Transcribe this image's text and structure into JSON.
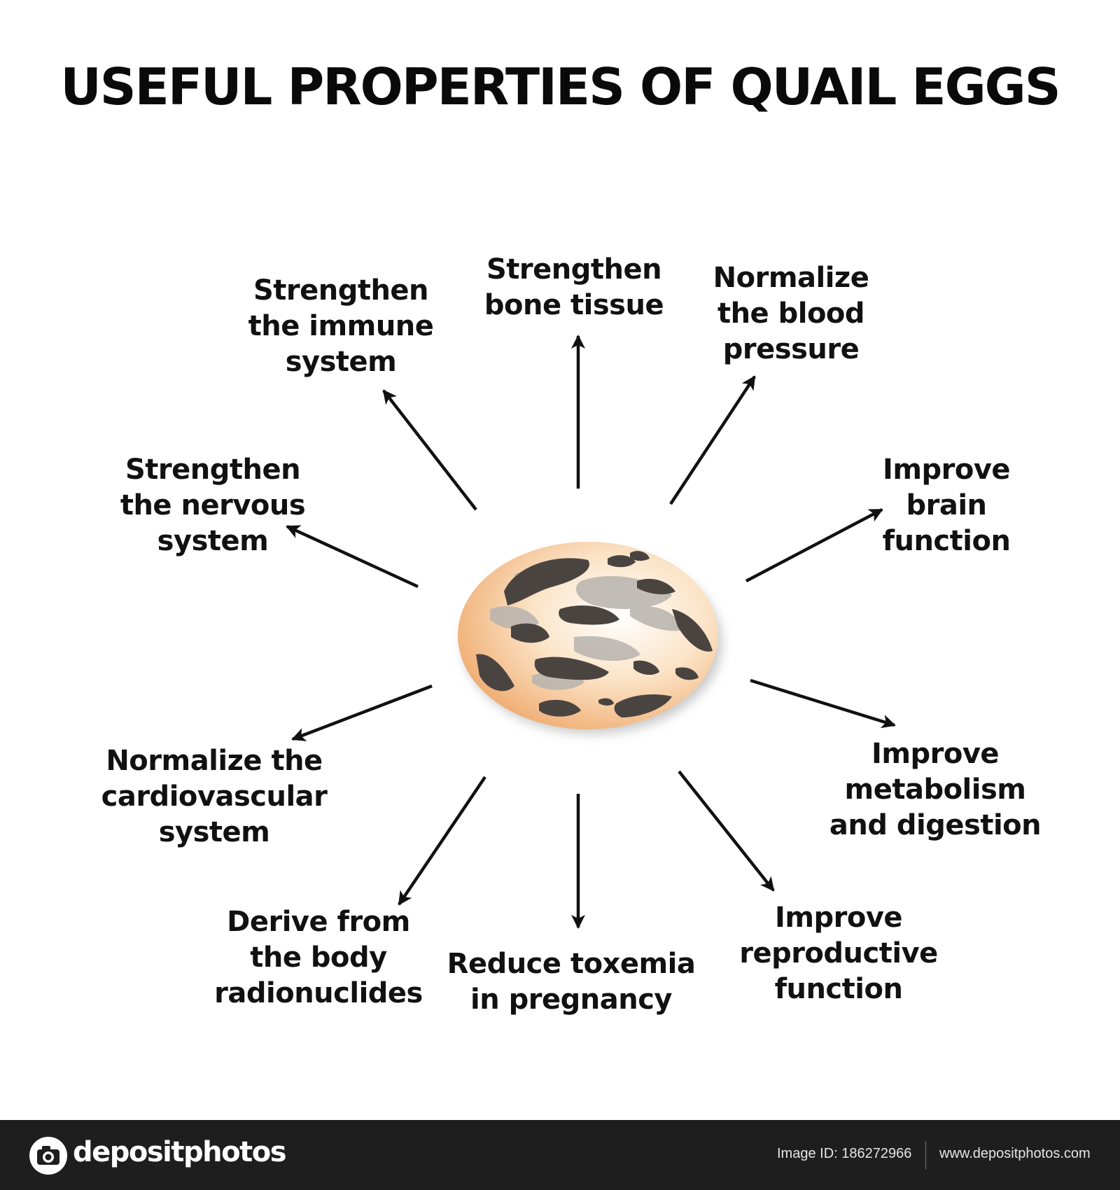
{
  "title": "USEFUL PROPERTIES OF QUAIL EGGS",
  "center_item": "quail-egg-illustration",
  "properties": [
    {
      "id": "bone",
      "lines": [
        "Strengthen",
        "bone tissue"
      ]
    },
    {
      "id": "blood-pressure",
      "lines": [
        "Normalize",
        "the blood",
        "pressure"
      ]
    },
    {
      "id": "brain",
      "lines": [
        "Improve",
        "brain",
        "function"
      ]
    },
    {
      "id": "metabolism",
      "lines": [
        "Improve",
        "metabolism",
        "and digestion"
      ]
    },
    {
      "id": "reproductive",
      "lines": [
        "Improve",
        "reproductive",
        "function"
      ]
    },
    {
      "id": "toxemia",
      "lines": [
        "Reduce toxemia",
        "in pregnancy"
      ]
    },
    {
      "id": "radionuclides",
      "lines": [
        "Derive from",
        "the body",
        "radionuclides"
      ]
    },
    {
      "id": "cardiovascular",
      "lines": [
        "Normalize the",
        "cardiovascular",
        "system"
      ]
    },
    {
      "id": "nervous",
      "lines": [
        "Strengthen",
        "the nervous",
        "system"
      ]
    },
    {
      "id": "immune",
      "lines": [
        "Strengthen",
        "the immune",
        "system"
      ]
    }
  ],
  "colors": {
    "arrow": "#111111",
    "text": "#111111",
    "egg_base": "#f5c28e",
    "egg_spot": "#4a4441",
    "footer_bg": "#1e1e1e"
  },
  "footer": {
    "logo_text": "depositphotos",
    "logo_icon": "camera-icon",
    "image_id": "Image ID: 186272966",
    "website": "www.depositphotos.com"
  }
}
